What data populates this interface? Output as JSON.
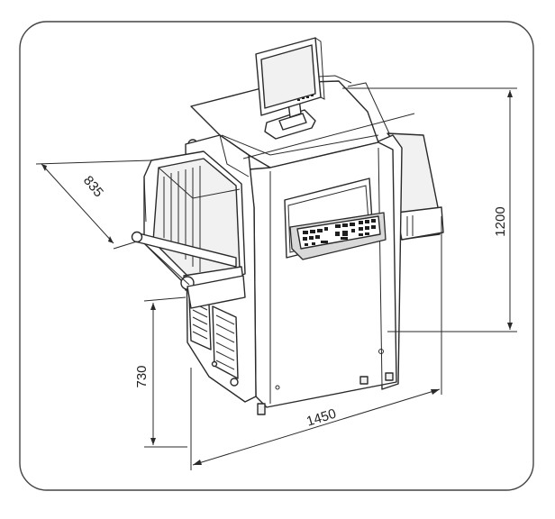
{
  "diagram": {
    "dimensions": {
      "depth": "835",
      "height": "1200",
      "tunnel_height": "730",
      "length": "1450"
    }
  }
}
